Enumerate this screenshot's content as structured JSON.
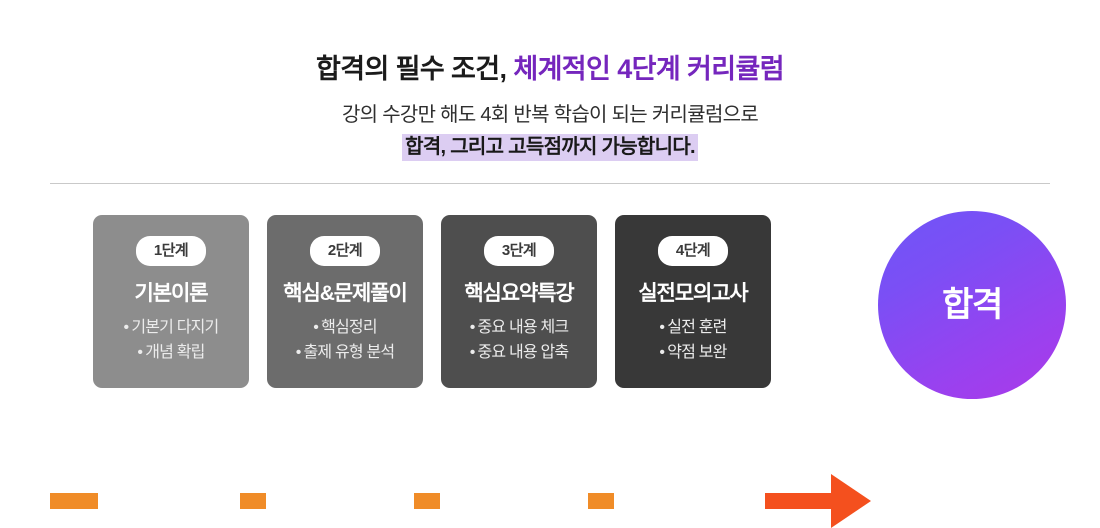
{
  "header": {
    "title_plain": "합격의 필수 조건,",
    "title_accent": "체계적인 4단계 커리큘럼",
    "subtitle_line1": "강의 수강만 해도 4회 반복 학습이 되는 커리큘럼으로",
    "subtitle_line2_highlight": "합격, 그리고 고득점까지 가능합니다.",
    "accent_color": "#7526bd",
    "highlight_bg": "#dccdf2"
  },
  "flow": {
    "connector_color": "#f08c28",
    "arrow_color": "#f4501e",
    "steps": [
      {
        "badge": "1단계",
        "title": "기본이론",
        "bg": "#8d8d8d",
        "items": [
          "기본기 다지기",
          "개념 확립"
        ]
      },
      {
        "badge": "2단계",
        "title": "핵심&문제풀이",
        "bg": "#6c6c6c",
        "items": [
          "핵심정리",
          "출제 유형 분석"
        ]
      },
      {
        "badge": "3단계",
        "title": "핵심요약특강",
        "bg": "#4e4e4e",
        "items": [
          "중요 내용 체크",
          "중요 내용 압축"
        ]
      },
      {
        "badge": "4단계",
        "title": "실전모의고사",
        "bg": "#383838",
        "items": [
          "실전 훈련",
          "약점 보완"
        ]
      }
    ],
    "result": {
      "label": "합격",
      "gradient_from": "#6f55f7",
      "gradient_to": "#ab39e8"
    },
    "bullet_glyph": "•"
  }
}
